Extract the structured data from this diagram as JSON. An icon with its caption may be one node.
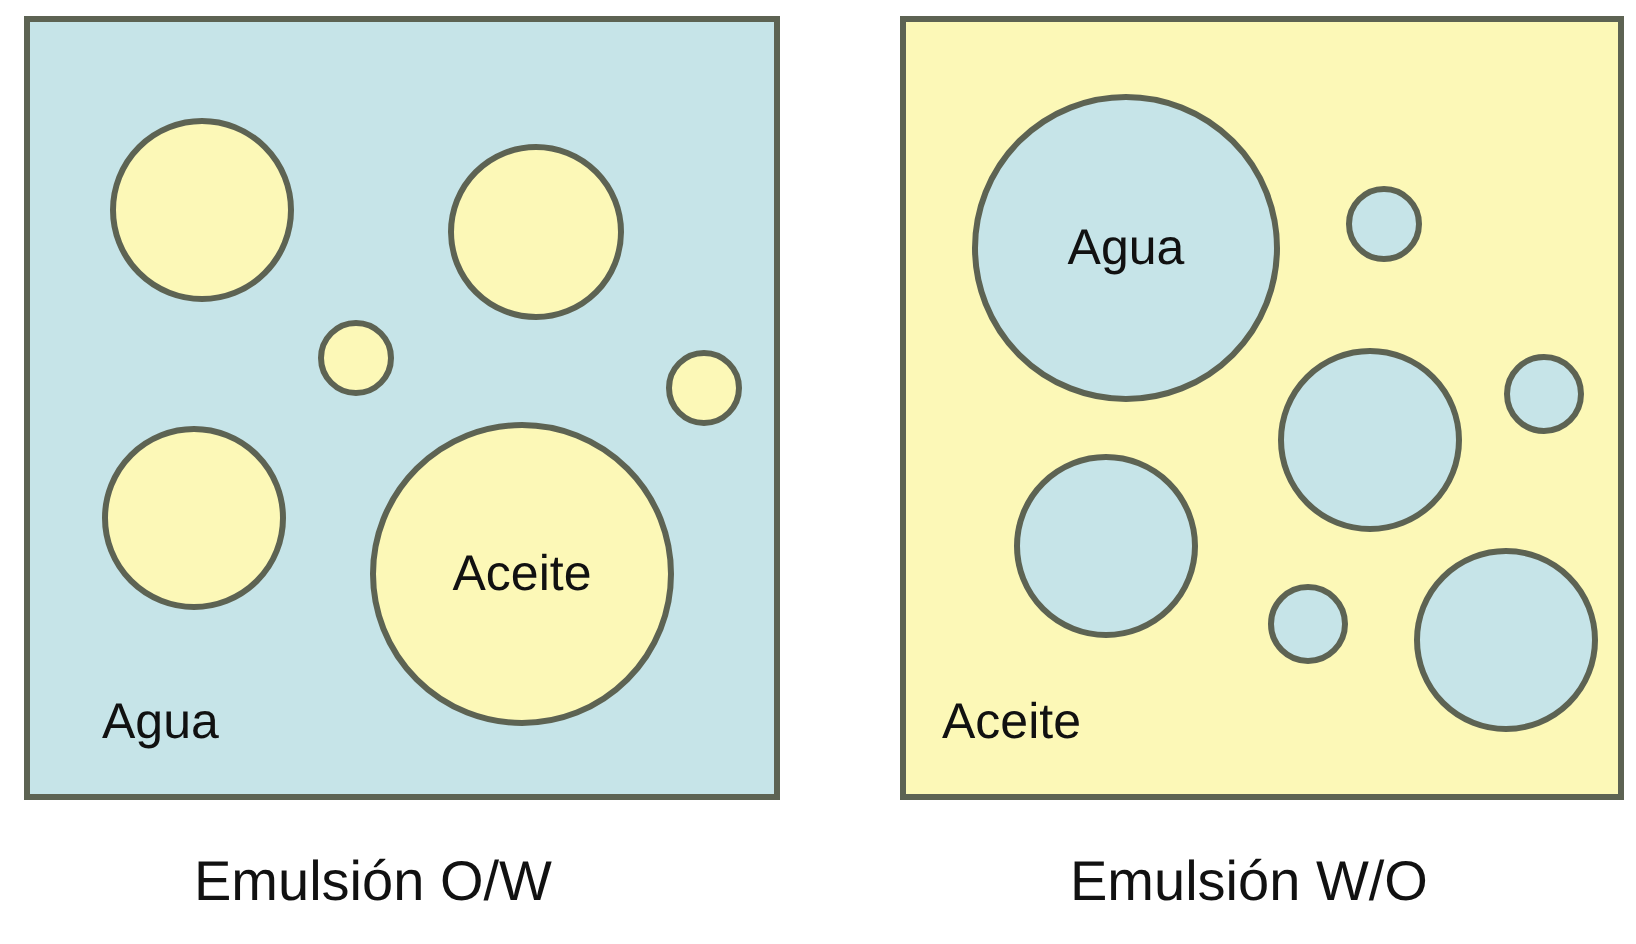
{
  "diagram": {
    "nodes": [
      {
        "text": [
          "Agua"
        ],
        "beside": [
          "Emulsión O/W"
        ]
      },
      {
        "text": [],
        "shape": "circle",
        "in": 0
      },
      {
        "text": [],
        "shape": "circle",
        "in": 0
      },
      {
        "text": [],
        "shape": "circle",
        "in": 0
      },
      {
        "text": [],
        "shape": "circle",
        "in": 0
      },
      {
        "text": [],
        "shape": "circle",
        "in": 0
      },
      {
        "text": [
          "Aceite"
        ],
        "in": 0
      },
      {
        "text": [
          "Aceite"
        ],
        "beside": [
          "Emulsión W/O"
        ]
      },
      {
        "text": [
          "Agua"
        ],
        "in": 7
      },
      {
        "text": [],
        "shape": "circle",
        "in": 7
      },
      {
        "text": [],
        "shape": "circle",
        "in": 7
      },
      {
        "text": [],
        "shape": "circle",
        "in": 7
      },
      {
        "text": [],
        "shape": "circle",
        "in": 7
      },
      {
        "text": [],
        "shape": "circle",
        "in": 7
      },
      {
        "text": [],
        "shape": "circle",
        "in": 7
      }
    ],
    "edges": []
  }
}
